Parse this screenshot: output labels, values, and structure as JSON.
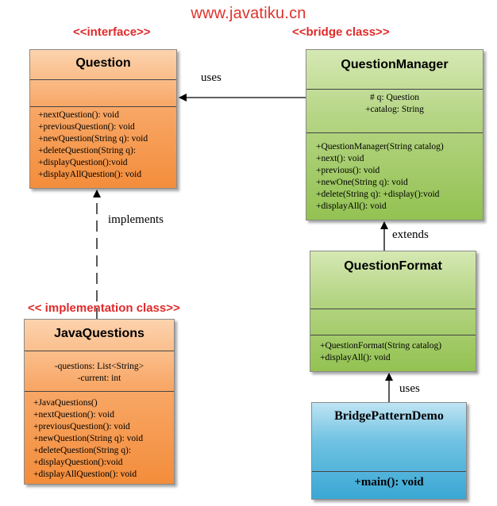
{
  "watermark": "www.javatiku.cn",
  "stereotypes": {
    "interface": "<<interface>>",
    "bridge": "<<bridge class>>",
    "implementation": "<< implementation class>>"
  },
  "classes": {
    "question": {
      "name": "Question",
      "attributes": [],
      "methods": [
        "+nextQuestion(): void",
        "+previousQuestion(): void",
        "+newQuestion(String q): void",
        "+deleteQuestion(String q):",
        "+displayQuestion():void",
        "+displayAllQuestion(): void"
      ]
    },
    "question_manager": {
      "name": "QuestionManager",
      "attributes": [
        "# q: Question",
        "+catalog: String"
      ],
      "methods": [
        "+QuestionManager(String catalog)",
        "+next(): void",
        "+previous(): void",
        "+newOne(String q): void",
        "+delete(String q): +display():void",
        "+displayAll(): void"
      ]
    },
    "java_questions": {
      "name": "JavaQuestions",
      "attributes": [
        "-questions: List<String>",
        "-current: int"
      ],
      "methods": [
        "+JavaQuestions()",
        "+nextQuestion(): void",
        "+previousQuestion(): void",
        "+newQuestion(String q): void",
        "+deleteQuestion(String q):",
        "+displayQuestion():void",
        "+displayAllQuestion(): void"
      ]
    },
    "question_format": {
      "name": "QuestionFormat",
      "attributes": [],
      "methods": [
        "+QuestionFormat(String catalog)",
        "+displayAll(): void"
      ]
    },
    "bridge_pattern_demo": {
      "name": "BridgePatternDemo",
      "methods": [
        "+main(): void"
      ]
    }
  },
  "relations": {
    "uses_top": "uses",
    "implements": "implements",
    "extends": "extends",
    "uses_bottom": "uses"
  },
  "colors": {
    "interface_fill": "#f8a868",
    "bridge_fill": "#b5d584",
    "demo_fill": "#6fc2e2",
    "stereotype_text": "#e02a2a",
    "watermark_text": "#e0322c"
  }
}
